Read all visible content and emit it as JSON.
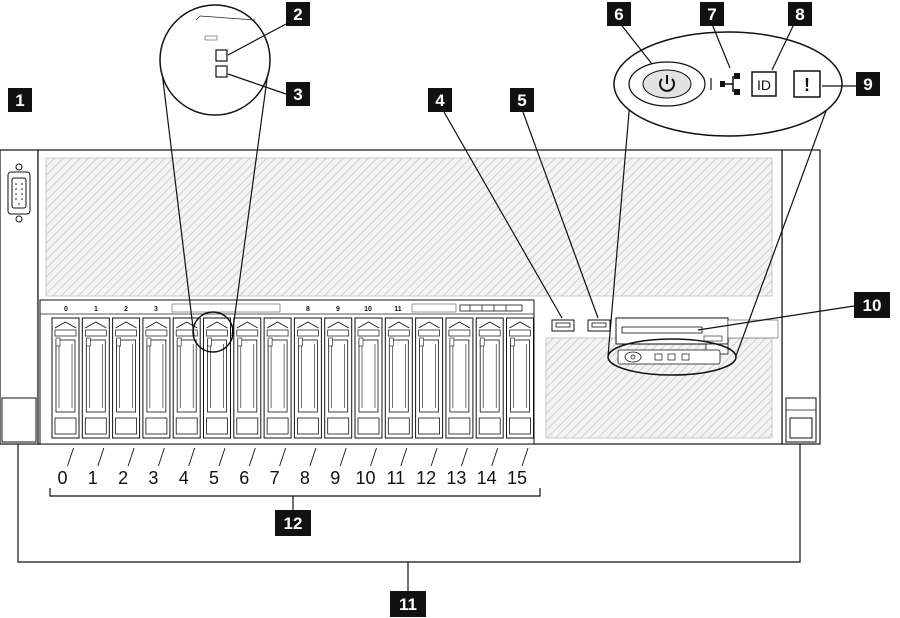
{
  "callouts": [
    {
      "id": "1",
      "label": "1"
    },
    {
      "id": "2",
      "label": "2"
    },
    {
      "id": "3",
      "label": "3"
    },
    {
      "id": "4",
      "label": "4"
    },
    {
      "id": "5",
      "label": "5"
    },
    {
      "id": "6",
      "label": "6"
    },
    {
      "id": "7",
      "label": "7"
    },
    {
      "id": "8",
      "label": "8"
    },
    {
      "id": "9",
      "label": "9"
    },
    {
      "id": "10",
      "label": "10"
    },
    {
      "id": "11",
      "label": "11"
    },
    {
      "id": "12",
      "label": "12"
    }
  ],
  "bay_numbers": [
    "0",
    "1",
    "2",
    "3",
    "4",
    "5",
    "6",
    "7",
    "8",
    "9",
    "10",
    "11",
    "12",
    "13",
    "14",
    "15"
  ],
  "backplane_labels_left": [
    "0",
    "1",
    "2",
    "3"
  ],
  "backplane_labels_right": [
    "8",
    "9",
    "10",
    "11"
  ],
  "icons": {
    "power": "power-icon",
    "network": "network-activity-icon",
    "id": "id-icon",
    "error": "system-error-icon"
  },
  "id_icon_text": "ID",
  "error_icon_text": "!"
}
